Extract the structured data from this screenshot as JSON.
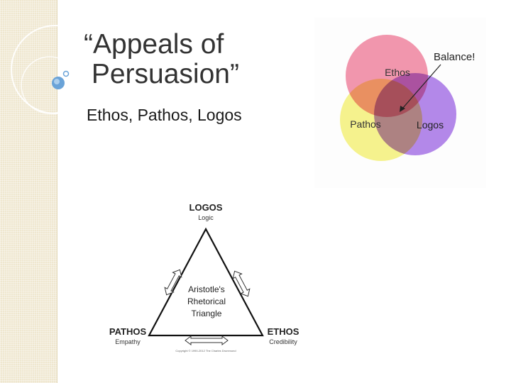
{
  "slide": {
    "title_line1": "“Appeals of",
    "title_line2": "Persuasion”",
    "subtitle": "Ethos, Pathos, Logos"
  },
  "venn": {
    "ethos": "Ethos",
    "pathos": "Pathos",
    "logos": "Logos",
    "balance": "Balance!",
    "colors": {
      "ethos": "#f28ca6",
      "pathos": "#f6f27a",
      "logos": "#a874e8"
    }
  },
  "triangle": {
    "top_label": "LOGOS",
    "top_sub": "Logic",
    "left_label": "PATHOS",
    "left_sub": "Empathy",
    "right_label": "ETHOS",
    "right_sub": "Credibility",
    "center_line1": "Aristotle's",
    "center_line2": "Rhetorical",
    "center_line3": "Triangle",
    "copyright": "Copyright © 1990-2012 The Charles Drummond"
  }
}
